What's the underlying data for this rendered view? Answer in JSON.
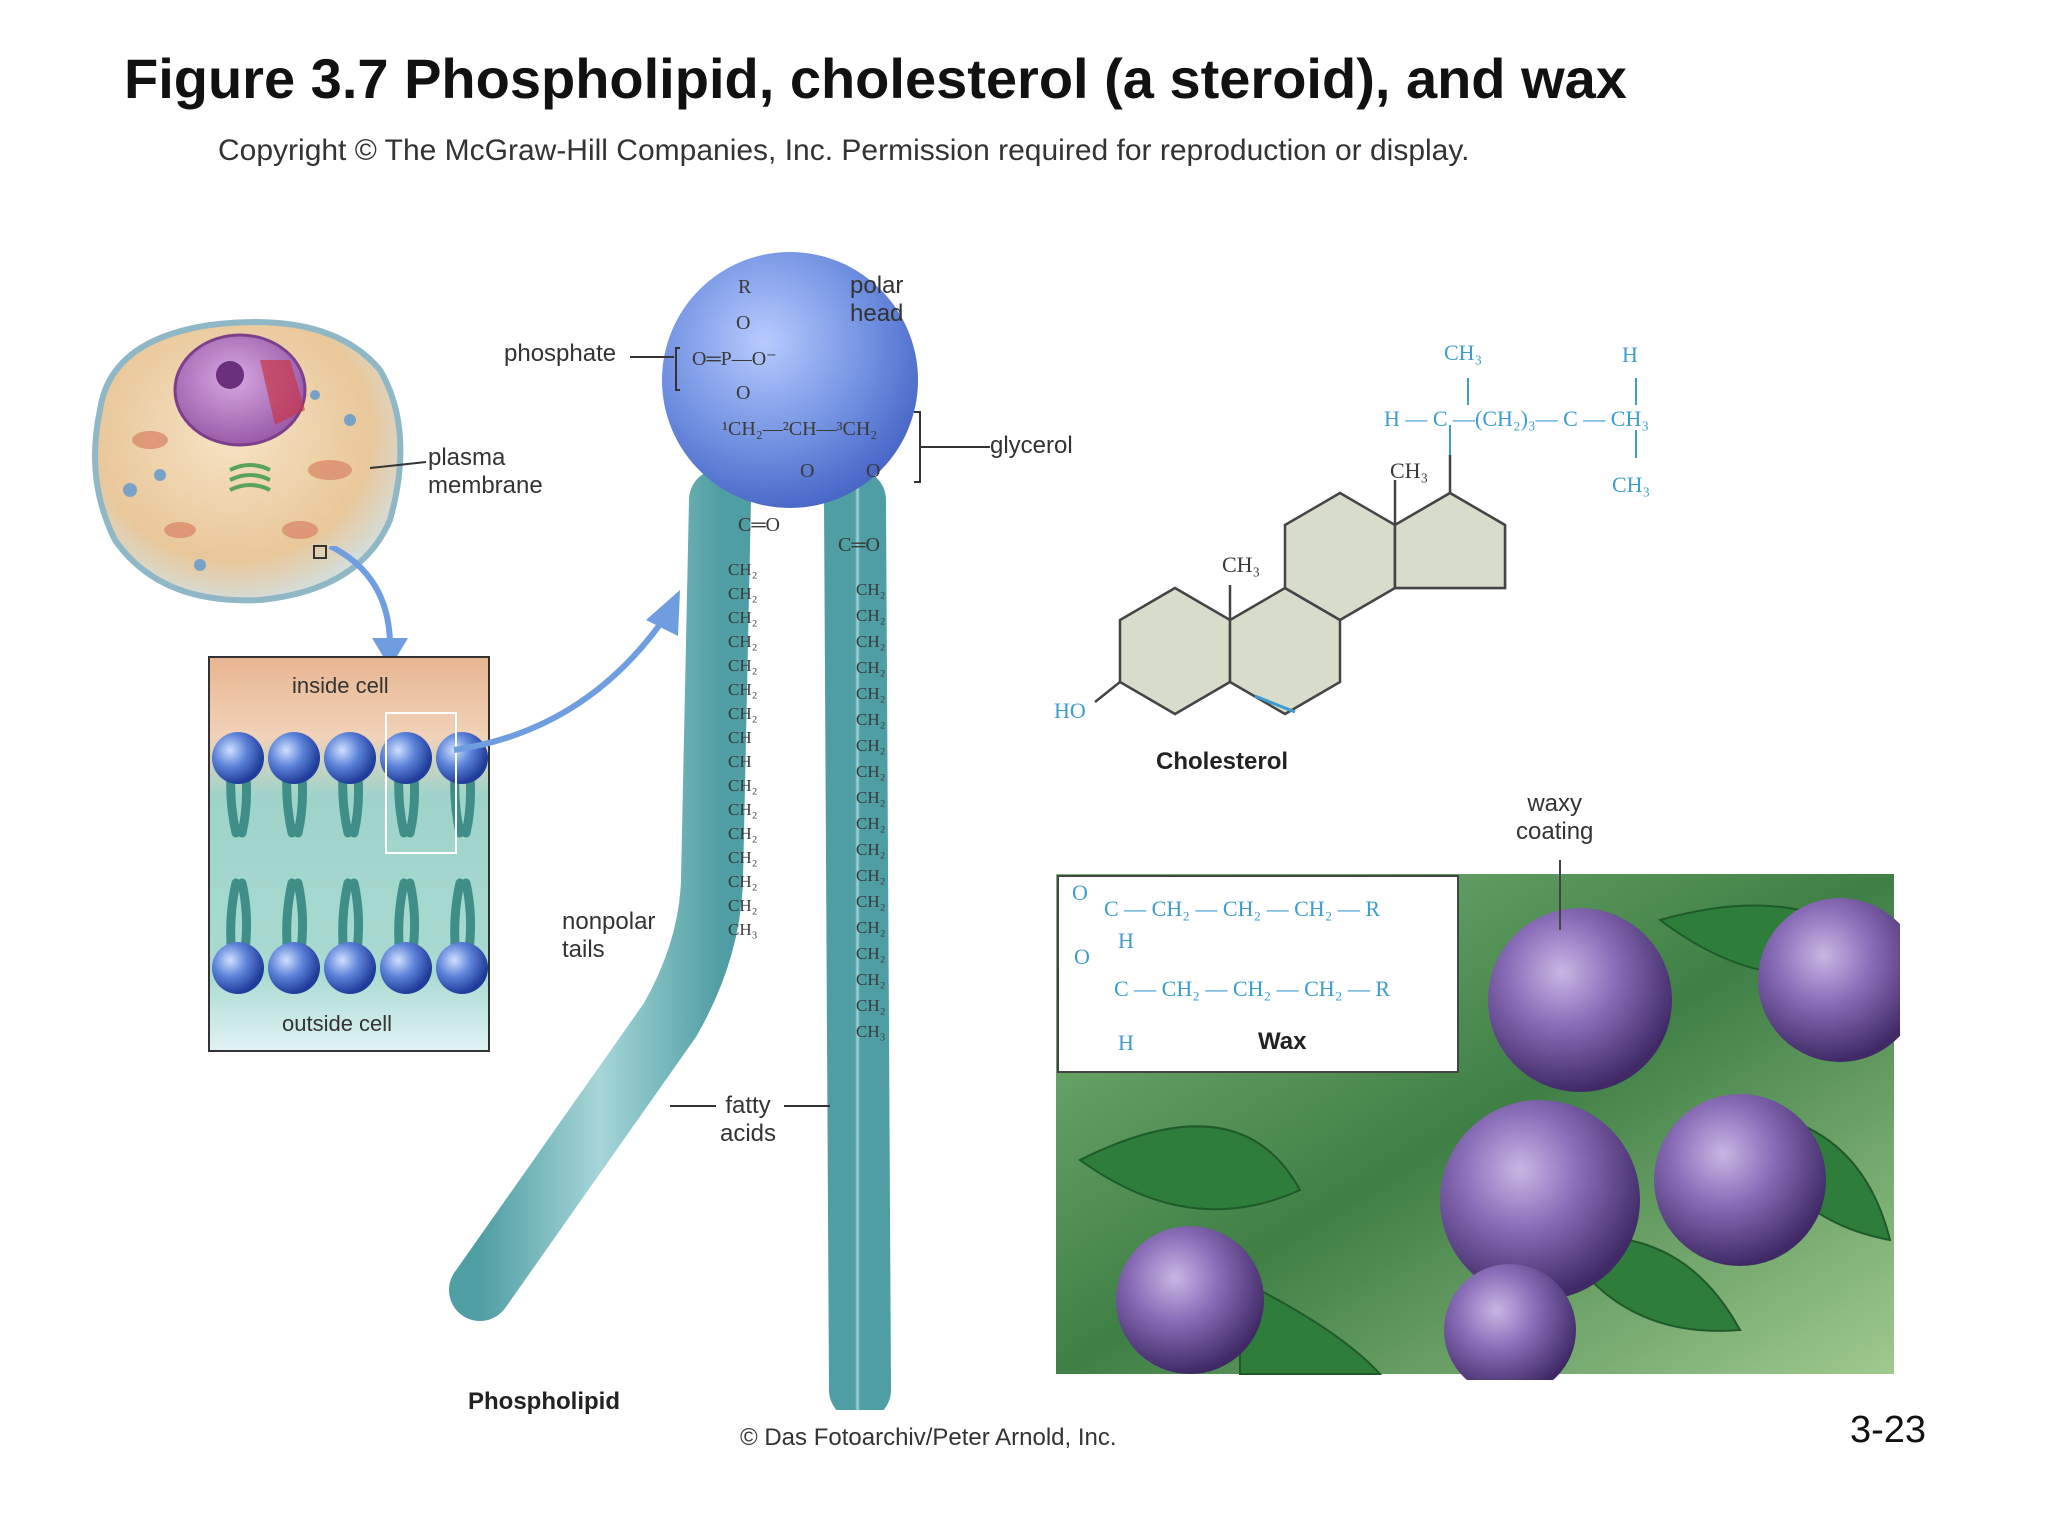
{
  "title": "Figure 3.7 Phospholipid, cholesterol (a steroid), and wax",
  "copyright": "Copyright © The McGraw-Hill Companies, Inc. Permission required for reproduction or display.",
  "labels": {
    "phosphate": "phosphate",
    "polar_head": [
      "polar",
      "head"
    ],
    "glycerol": "glycerol",
    "plasma_membrane": [
      "plasma",
      "membrane"
    ],
    "inside_cell": "inside cell",
    "outside_cell": "outside cell",
    "nonpolar_tails": [
      "nonpolar",
      "tails"
    ],
    "fatty_acids": [
      "fatty",
      "acids"
    ],
    "phospholipid": "Phospholipid",
    "cholesterol": "Cholesterol",
    "waxy_coating": [
      "waxy",
      "coating"
    ],
    "wax": "Wax"
  },
  "phospholipid_chem": {
    "head_R": "R",
    "head_O1": "O",
    "head_phosphate": "O═P—O⁻",
    "head_O2": "O",
    "glycerol_chain": "¹CH₂—²CH—³CH₂",
    "ester_O_left": "O",
    "ester_O_right": "O",
    "carbonyl_left": "C═O",
    "carbonyl_right": "C═O",
    "left_tail": [
      "CH₂",
      "CH₂",
      "CH₂",
      "CH₂",
      "CH₂",
      "CH₂",
      "CH₂",
      "CH",
      "CH",
      "CH₂",
      "CH₂",
      "CH₂",
      "CH₂",
      "CH₂",
      "CH₂",
      "CH₃"
    ],
    "right_tail": [
      "CH₂",
      "CH₂",
      "CH₂",
      "CH₂",
      "CH₂",
      "CH₂",
      "CH₂",
      "CH₂",
      "CH₂",
      "CH₂",
      "CH₂",
      "CH₂",
      "CH₂",
      "CH₂",
      "CH₂",
      "CH₂",
      "CH₂",
      "CH₃"
    ]
  },
  "cholesterol_chem": {
    "top_ch3_left": "CH₃",
    "top_h": "H",
    "side_chain": "H — C —(CH₂)₃— C — CH₃",
    "ch3_bottom_right": "CH₃",
    "ch3_ring": "CH₃",
    "ch3_ring2": "CH₃",
    "ho": "HO"
  },
  "wax_chem": {
    "row1": "C — CH₂ — CH₂ — CH₂ — R",
    "o_top": "O",
    "h_top": "H",
    "o_left": "O",
    "row2": "C — CH₂ — CH₂ — CH₂ — R",
    "h_bottom": "H"
  },
  "credit": "© Das Fotoarchiv/Peter Arnold, Inc.",
  "slide_number": "3-23",
  "colors": {
    "head_blue": "#6f8fe0",
    "tail_teal": "#6fb2b6",
    "chem_blue": "#3c9dd0",
    "ring_fill": "#d7dccb",
    "leaf_green": "#2f7d3a",
    "plum_purple": "#5a3f7a"
  }
}
